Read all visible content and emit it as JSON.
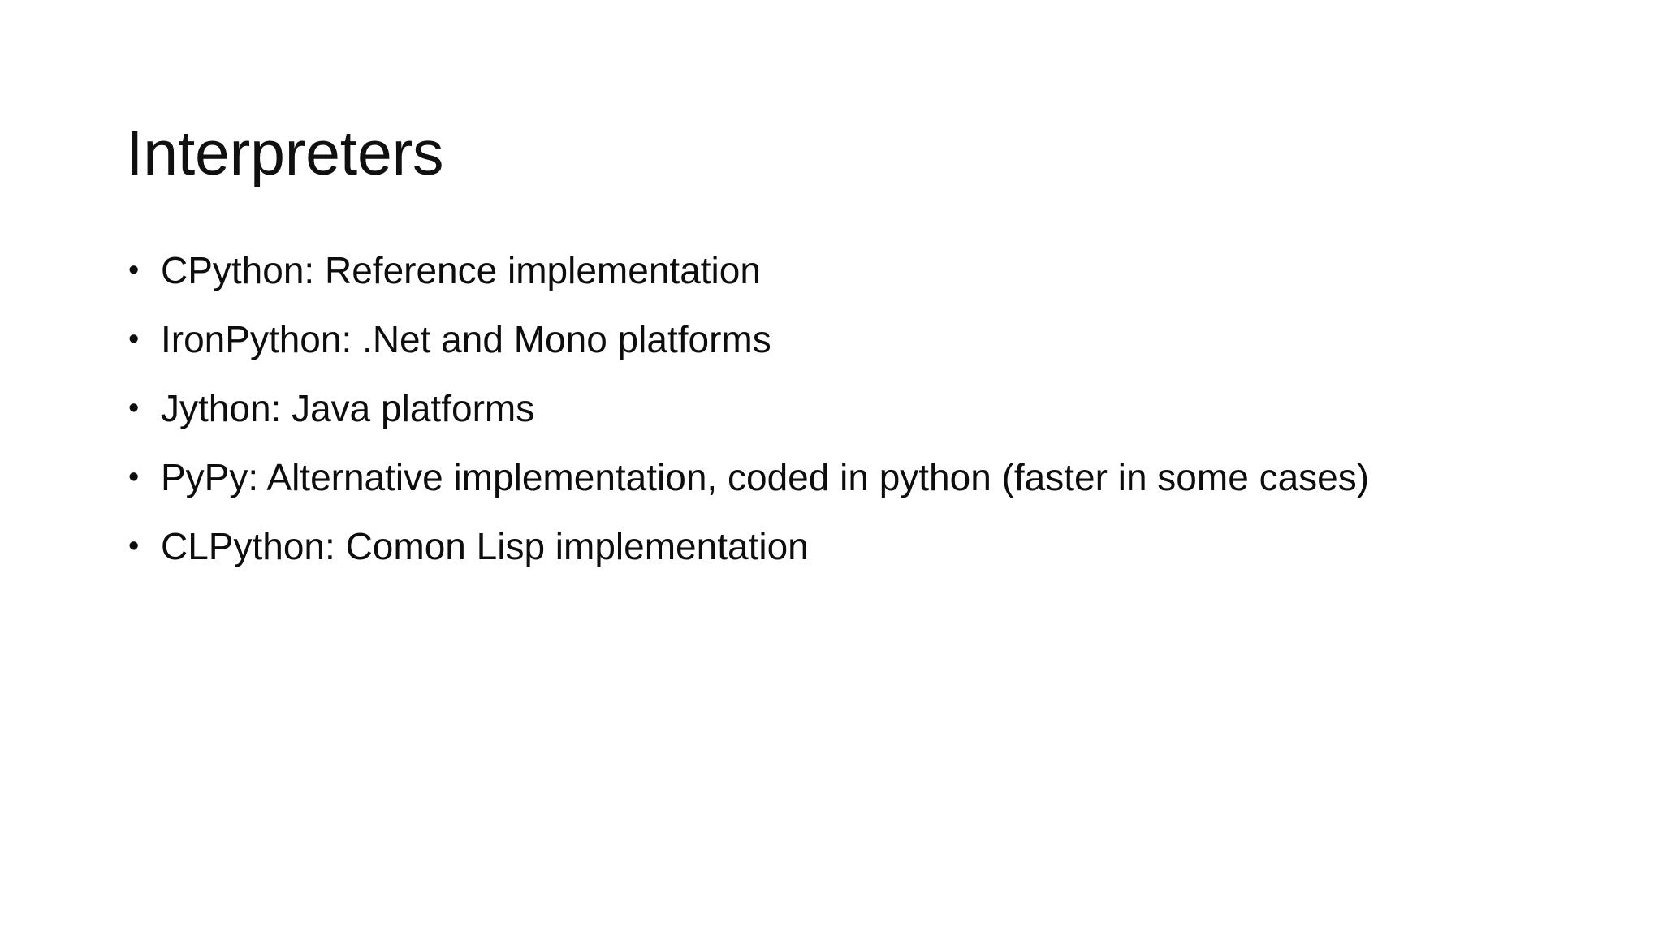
{
  "slide": {
    "title": "Interpreters",
    "bullet_marker": "•",
    "bullets": [
      {
        "text": "CPython: Reference implementation"
      },
      {
        "text": "IronPython: .Net and Mono platforms"
      },
      {
        "text": "Jython: Java platforms"
      },
      {
        "text": "PyPy: Alternative implementation, coded in python (faster in some cases)"
      },
      {
        "text": "CLPython: Comon Lisp implementation"
      }
    ],
    "colors": {
      "background": "#ffffff",
      "text": "#0d0d0d",
      "title": "#101010"
    }
  }
}
